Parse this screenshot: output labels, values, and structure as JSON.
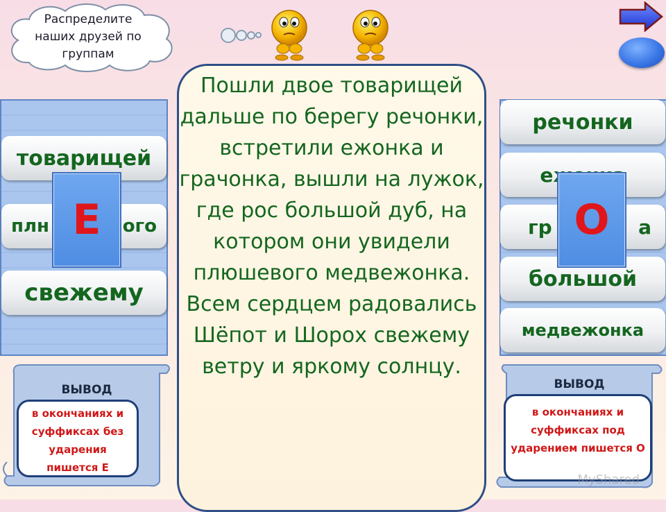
{
  "cloud": {
    "text": "Распределите наших друзей по группам"
  },
  "smileys": [
    "smiley-face",
    "smiley-face"
  ],
  "nav": {
    "next_icon": "arrow-right-icon",
    "round_icon": "oval-button-icon"
  },
  "left_group": {
    "words": [
      "товарищей",
      "плн",
      "ого",
      "свежему"
    ],
    "letter": "Е"
  },
  "right_group": {
    "words": [
      "речонки",
      "ежонка",
      "гр",
      "а",
      "большой",
      "медвежонка"
    ],
    "letter": "О"
  },
  "center_text": "Пошли двое товарищей дальше по берегу речонки, встретили ежонка и грачонка, вышли на лужок, где рос большой дуб, на котором они увидели плюшевого медвежонка. Всем сердцем радовались Шёпот и Шорох свежему ветру и яркому солнцу.",
  "conclusion_left": {
    "title": "ВЫВОД",
    "text": "в окончаниях и суффиксах без ударения пишется Е"
  },
  "conclusion_right": {
    "title": "ВЫВОД",
    "text": "в окончаниях и суффиксах под ударением пишется О"
  },
  "watermark": "MyShared",
  "colors": {
    "accent_green": "#14661f",
    "letter_red": "#e0161a",
    "panel_blue": "#a8c4ec",
    "conclusion_red": "#d01818"
  }
}
